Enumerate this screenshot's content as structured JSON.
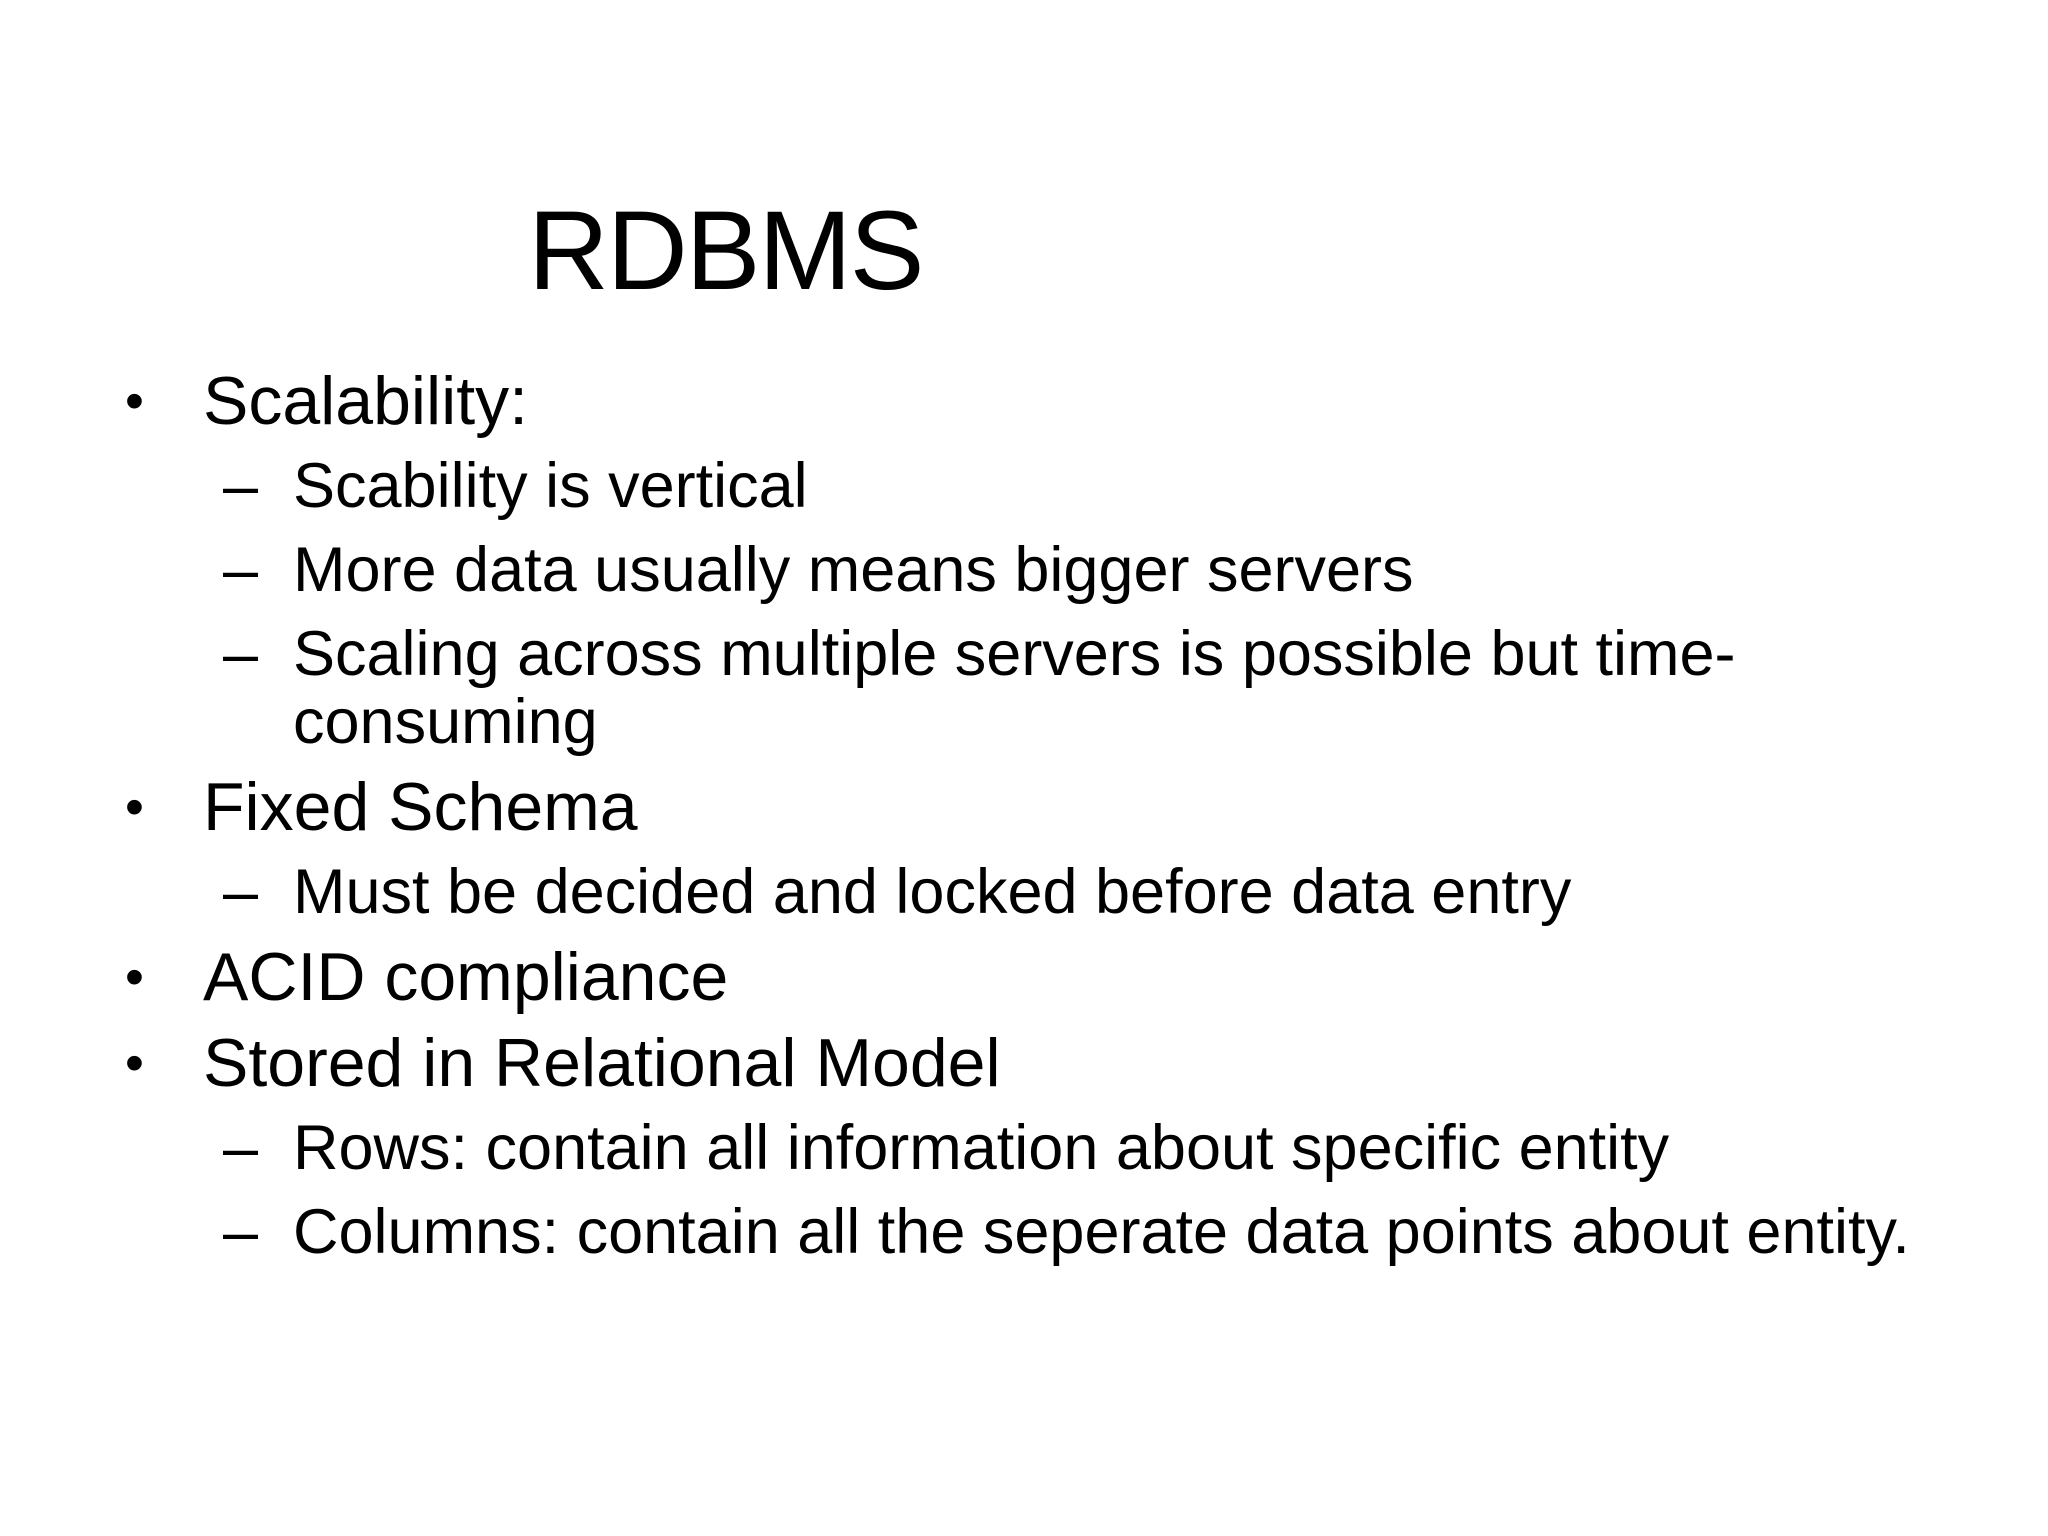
{
  "slide": {
    "title": "RDBMS",
    "markers": {
      "level1": "•",
      "level2": "–"
    },
    "bullets": [
      {
        "level": 1,
        "text": "Scalability:"
      },
      {
        "level": 2,
        "text": "Scability is vertical"
      },
      {
        "level": 2,
        "text": "More data usually means bigger servers"
      },
      {
        "level": 2,
        "text": "Scaling across multiple servers is possible but time-consuming"
      },
      {
        "level": 1,
        "text": "Fixed Schema"
      },
      {
        "level": 2,
        "text": "Must be decided and locked before data entry"
      },
      {
        "level": 1,
        "text": "ACID compliance"
      },
      {
        "level": 1,
        "text": "Stored in Relational Model"
      },
      {
        "level": 2,
        "text": "Rows: contain all information about specific entity"
      },
      {
        "level": 2,
        "text": "Columns: contain all the seperate data points about entity."
      }
    ],
    "colors": {
      "background": "#ffffff",
      "text": "#000000"
    }
  }
}
